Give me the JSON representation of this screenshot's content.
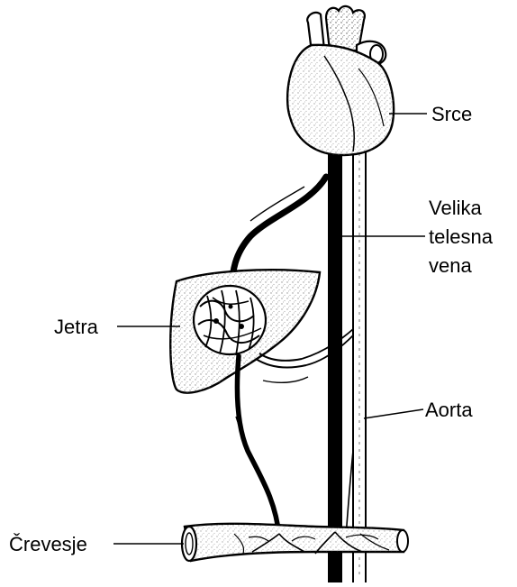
{
  "labels": {
    "heart": "Srce",
    "vena_cava_line1": "Velika",
    "vena_cava_line2": "telesna",
    "vena_cava_line3": "vena",
    "liver": "Jetra",
    "aorta": "Aorta",
    "intestine": "Črevesje"
  },
  "colors": {
    "ink": "#000000",
    "paper": "#ffffff",
    "stipple": "#6b6b6b"
  }
}
